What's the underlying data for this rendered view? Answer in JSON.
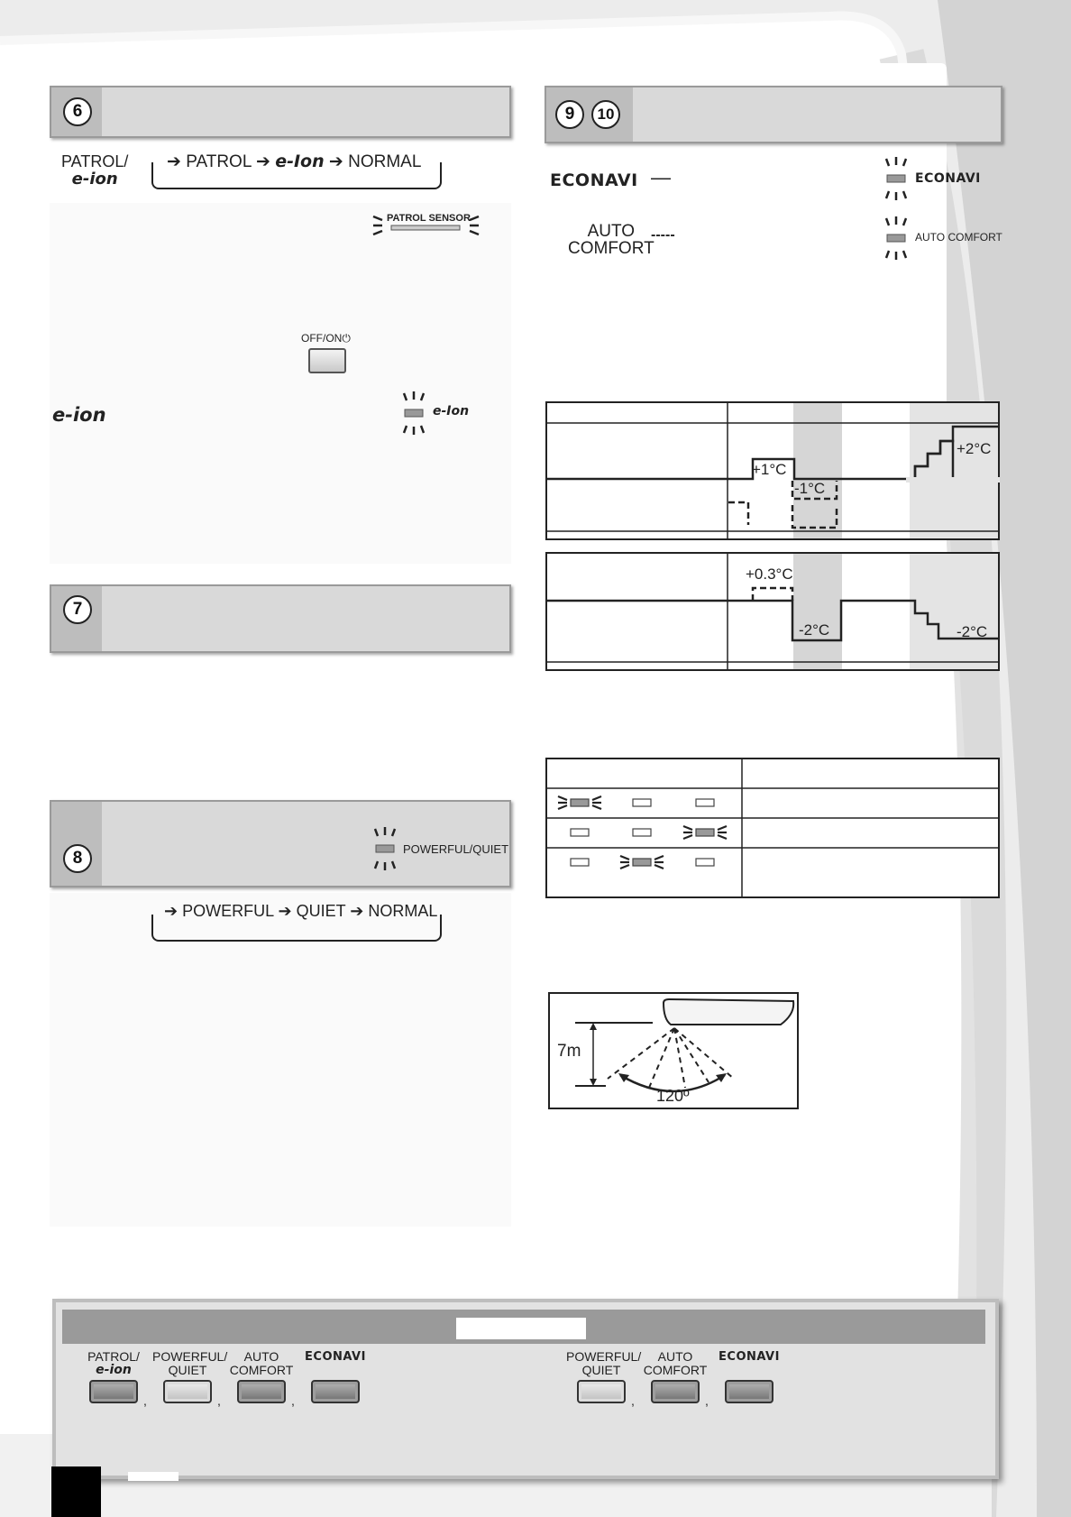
{
  "section6": {
    "number": "6",
    "button_label_line1": "PATROL/",
    "button_label_line2": "e-ion",
    "cycle": [
      "PATROL",
      "e-Ion",
      "NORMAL"
    ],
    "sensor_indicator_label": "PATROL SENSOR",
    "offon_label": "OFF/ON",
    "eion_heading": "e-ion",
    "eion_indicator_label": "e-Ion"
  },
  "section7": {
    "number": "7"
  },
  "section8": {
    "number": "8",
    "indicator_label": "POWERFUL/QUIET",
    "cycle": [
      "POWERFUL",
      "QUIET",
      "NORMAL"
    ]
  },
  "section910": {
    "numbers": [
      "9",
      "10"
    ],
    "econavi_label": "ECONAVI",
    "econavi_line": "—",
    "auto_comfort_line1": "AUTO",
    "auto_comfort_line2": "COMFORT",
    "auto_comfort_line": "-----",
    "econavi_indicator_label": "ECONAVI",
    "auto_comfort_indicator_label": "AUTO COMFORT"
  },
  "chart_data": [
    {
      "type": "line",
      "title": "",
      "annotations": [
        "+1°C",
        "-1°C",
        "+2°C"
      ],
      "series": [
        {
          "style": "solid",
          "steps": [
            0,
            0,
            1,
            0,
            0,
            0,
            2
          ]
        },
        {
          "style": "dashed",
          "steps": [
            0,
            -1,
            0,
            -1,
            0
          ]
        }
      ]
    },
    {
      "type": "line",
      "title": "",
      "annotations": [
        "+0.3°C",
        "-2°C",
        "-2°C"
      ],
      "series": [
        {
          "style": "dashed",
          "steps": [
            0,
            0.3,
            0
          ]
        },
        {
          "style": "solid",
          "steps": [
            0,
            -2,
            0,
            -2
          ]
        }
      ]
    }
  ],
  "indicator_table": {
    "rows": [
      [
        "blink",
        "off",
        "off"
      ],
      [
        "off",
        "off",
        "blink"
      ],
      [
        "off",
        "blink",
        "off"
      ]
    ]
  },
  "sensor_diagram": {
    "height_label": "7m",
    "angle_label": "120º"
  },
  "bottom_panel": {
    "left_buttons": [
      {
        "line1": "PATROL/",
        "line2": "e-ion",
        "style": "dark"
      },
      {
        "line1": "POWERFUL/",
        "line2": "QUIET",
        "style": "light"
      },
      {
        "line1": "AUTO",
        "line2": "COMFORT",
        "style": "dark"
      },
      {
        "line1": "",
        "line2": "ECONAVI",
        "style": "dark"
      }
    ],
    "right_buttons": [
      {
        "line1": "POWERFUL/",
        "line2": "QUIET",
        "style": "light"
      },
      {
        "line1": "AUTO",
        "line2": "COMFORT",
        "style": "dark"
      },
      {
        "line1": "",
        "line2": "ECONAVI",
        "style": "dark"
      }
    ],
    "separator": ","
  }
}
